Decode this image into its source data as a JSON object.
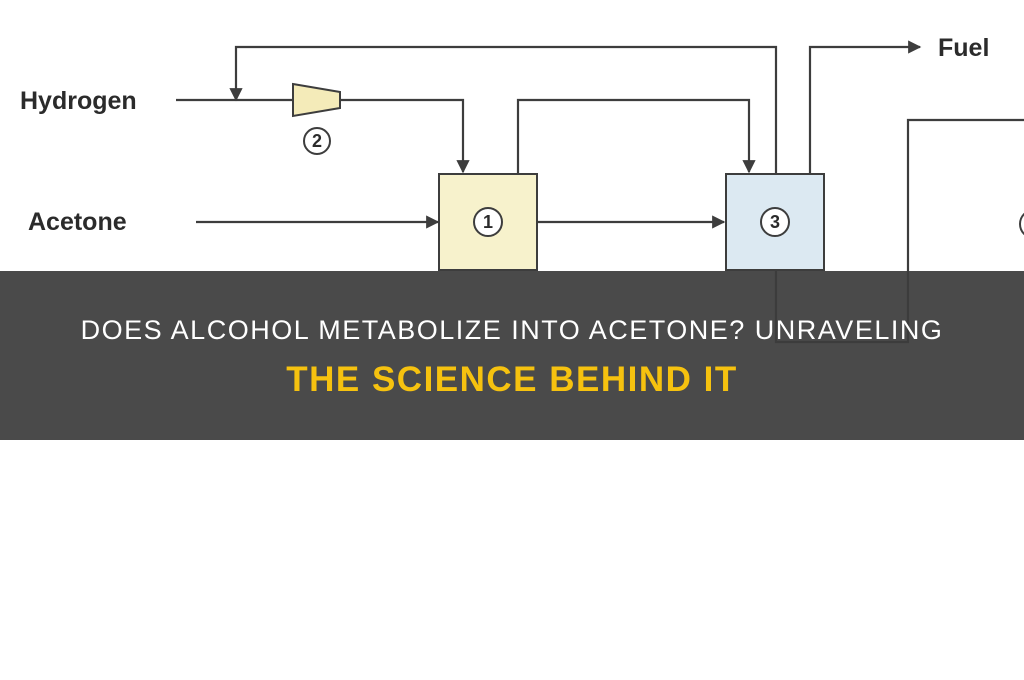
{
  "diagram": {
    "inputs": {
      "hydrogen": "Hydrogen",
      "acetone": "Acetone"
    },
    "outputs": {
      "fuel": "Fuel"
    },
    "units": {
      "reactor": "1",
      "compressor": "2",
      "separator": "3"
    },
    "colors": {
      "line": "#3d3d3d",
      "reactor_fill": "#f7f2cc",
      "separator_fill": "#dce9f2",
      "compressor_fill": "#f4ebb9"
    }
  },
  "banner": {
    "line1": "DOES ALCOHOL METABOLIZE INTO ACETONE? UNRAVELING",
    "line2": "THE SCIENCE BEHIND IT"
  }
}
